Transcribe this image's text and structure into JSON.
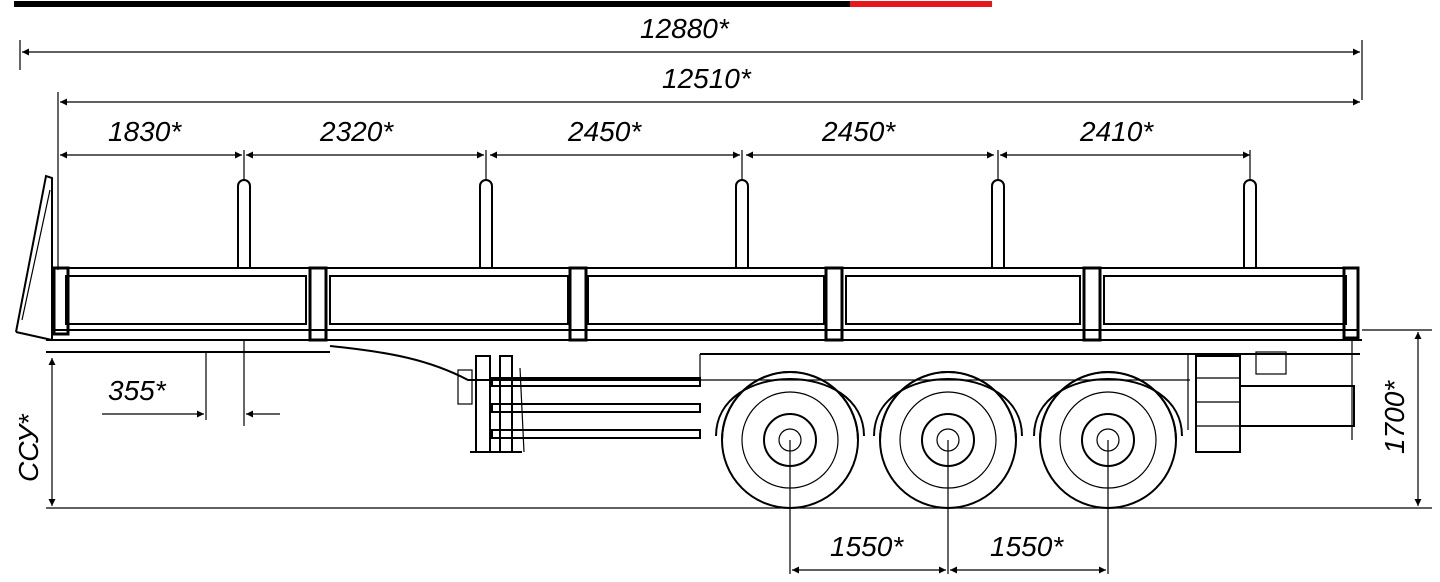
{
  "header_bar": {
    "accent_color": "#e8171c",
    "line_color": "#000000"
  },
  "dimensions": {
    "overall_length": "12880*",
    "body_length": "12510*",
    "stake_spacing": [
      "1830*",
      "2320*",
      "2450*",
      "2450*",
      "2410*"
    ],
    "front_offset": "355*",
    "coupling_height": "ССУ*",
    "deck_height": "1700*",
    "axle_spacing_1": "1550*",
    "axle_spacing_2": "1550*"
  }
}
